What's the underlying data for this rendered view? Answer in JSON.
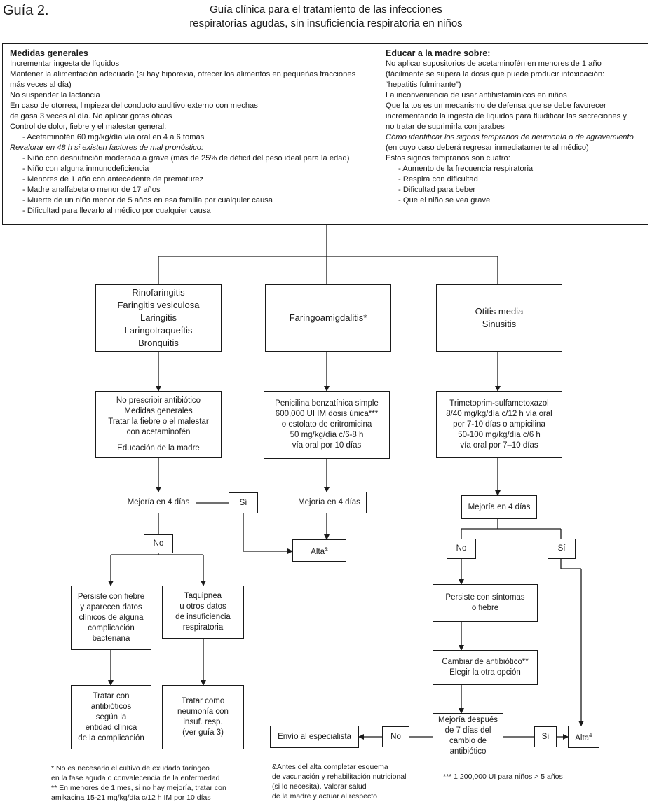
{
  "header": {
    "guide_label": "Guía 2.",
    "title_line1": "Guía clínica para el tratamiento de las infecciones",
    "title_line2": "respiratorias agudas, sin insuficiencia respiratoria en niños"
  },
  "general_measures": {
    "heading": "Medidas generales",
    "lines": [
      "Incrementar ingesta de líquidos",
      "Mantener la alimentación adecuada (si hay hiporexia, ofrecer los alimentos en pequeñas fracciones",
      "más veces al día)",
      "No suspender la lactancia",
      "En caso de otorrea, limpieza del conducto auditivo externo con mechas",
      "de gasa 3 veces al día. No aplicar gotas óticas",
      "Control de dolor, fiebre y el malestar general:"
    ],
    "dose_item": "Acetaminofén 60 mg/kg/día vía oral en 4 a 6 tomas",
    "reassess_line": "Revalorar en 48 h si existen factores de mal pronóstico:",
    "risk_factors": [
      "Niño con desnutrición moderada a grave (más de 25% de déficit del peso ideal para la edad)",
      "Niño con alguna inmunodeficiencia",
      "Menores de 1 año con antecedente de prematurez",
      "Madre analfabeta o menor de 17 años",
      "Muerte de un niño menor de 5 años en esa familia por cualquier causa",
      "Dificultad para llevarlo al médico por cualquier causa"
    ]
  },
  "educate_mother": {
    "heading": "Educar a la madre sobre:",
    "lines": [
      "No aplicar supositorios de acetaminofén en menores de 1 año",
      "(fácilmente se supera la dosis que puede producir intoxicación:",
      "“hepatitis fulminante”)",
      "La inconveniencia de usar antihistamínicos en niños",
      "Que la tos es un mecanismo de defensa que se debe favorecer",
      "incrementando la ingesta de líquidos para fluidificar las secreciones y",
      "no tratar de suprimirla con jarabes"
    ],
    "italic_line": "Cómo identificar los signos tempranos de neumonía o de agravamiento",
    "lines2": [
      "(en cuyo caso deberá regresar inmediatamente al médico)",
      "Estos signos tempranos son cuatro:"
    ],
    "signs": [
      "Aumento de la frecuencia respiratoria",
      "Respira con dificultad",
      "Dificultad para beber",
      "Que el niño se vea grave"
    ]
  },
  "nodes": {
    "rino": [
      "Rinofaringitis",
      "Faringitis vesiculosa",
      "Laringitis",
      "Laringotraqueítis",
      "Bronquitis"
    ],
    "faringo": [
      "Faringoamigdalitis*"
    ],
    "otitis": [
      "Otitis media",
      "Sinusitis"
    ],
    "no_antibiotic": [
      "No prescribir antibiótico",
      "Medidas generales",
      "Tratar la fiebre o el malestar",
      "con acetaminofén"
    ],
    "no_antibiotic_extra": "Educación de la madre",
    "penicilina": [
      "Penicilina benzatínica simple",
      "600,000 UI IM dosis única***",
      "o estolato de eritromicina",
      "50 mg/kg/día c/6-8 h",
      "vía oral por 10 días"
    ],
    "trimetoprim": [
      "Trimetoprim-sulfametoxazol",
      "8/40 mg/kg/día c/12 h vía oral",
      "por 7-10 días o ampicilina",
      "50-100 mg/kg/día c/6 h",
      "vía oral por 7–10 días"
    ],
    "mejora_left": "Mejoría en 4 días",
    "si_left": "Sí",
    "mejora_mid": "Mejoría en 4 días",
    "mejora_right": "Mejoría en 4 días",
    "no_left": "No",
    "alta_mid": "Alta",
    "alta_sup": "&",
    "no_right": "No",
    "si_right": "Sí",
    "persiste_fiebre": [
      "Persiste con fiebre",
      "y aparecen datos",
      "clínicos de alguna",
      "complicación",
      "bacteriana"
    ],
    "taquipnea": [
      "Taquipnea",
      "u otros datos",
      "de insuficiencia",
      "respiratoria"
    ],
    "persiste_sintomas": [
      "Persiste con síntomas",
      "o fiebre"
    ],
    "cambiar": [
      "Cambiar de antibiótico**",
      "Elegir la otra opción"
    ],
    "tratar_antibioticos": [
      "Tratar con",
      "antibióticos",
      "según la",
      "entidad clínica",
      "de la complicación"
    ],
    "tratar_neumonia": [
      "Tratar como",
      "neumonía con",
      "insuf. resp.",
      "(ver guía 3)"
    ],
    "mejoria_7": [
      "Mejoría después",
      "de 7 días del cambio de",
      "antibiótico"
    ],
    "envio": "Envío al especialista",
    "no_bottom": "No",
    "si_bottom": "Sí",
    "alta_right": "Alta"
  },
  "footnotes": {
    "left": [
      "* No es necesario el cultivo de exudado faríngeo",
      "en la fase aguda o convalecencia de la enfermedad",
      "** En menores de 1 mes, si no hay mejoría, tratar con",
      "amikacina 15-21 mg/kg/día c/12 h IM por 10 días"
    ],
    "middle": [
      "&Antes del alta completar esquema",
      "de vacunación y rehabilitación nutricional",
      "(si lo necesita). Valorar salud",
      "de la madre y actuar al respecto"
    ],
    "right": "*** 1,200,000 UI para niños > 5 años"
  }
}
